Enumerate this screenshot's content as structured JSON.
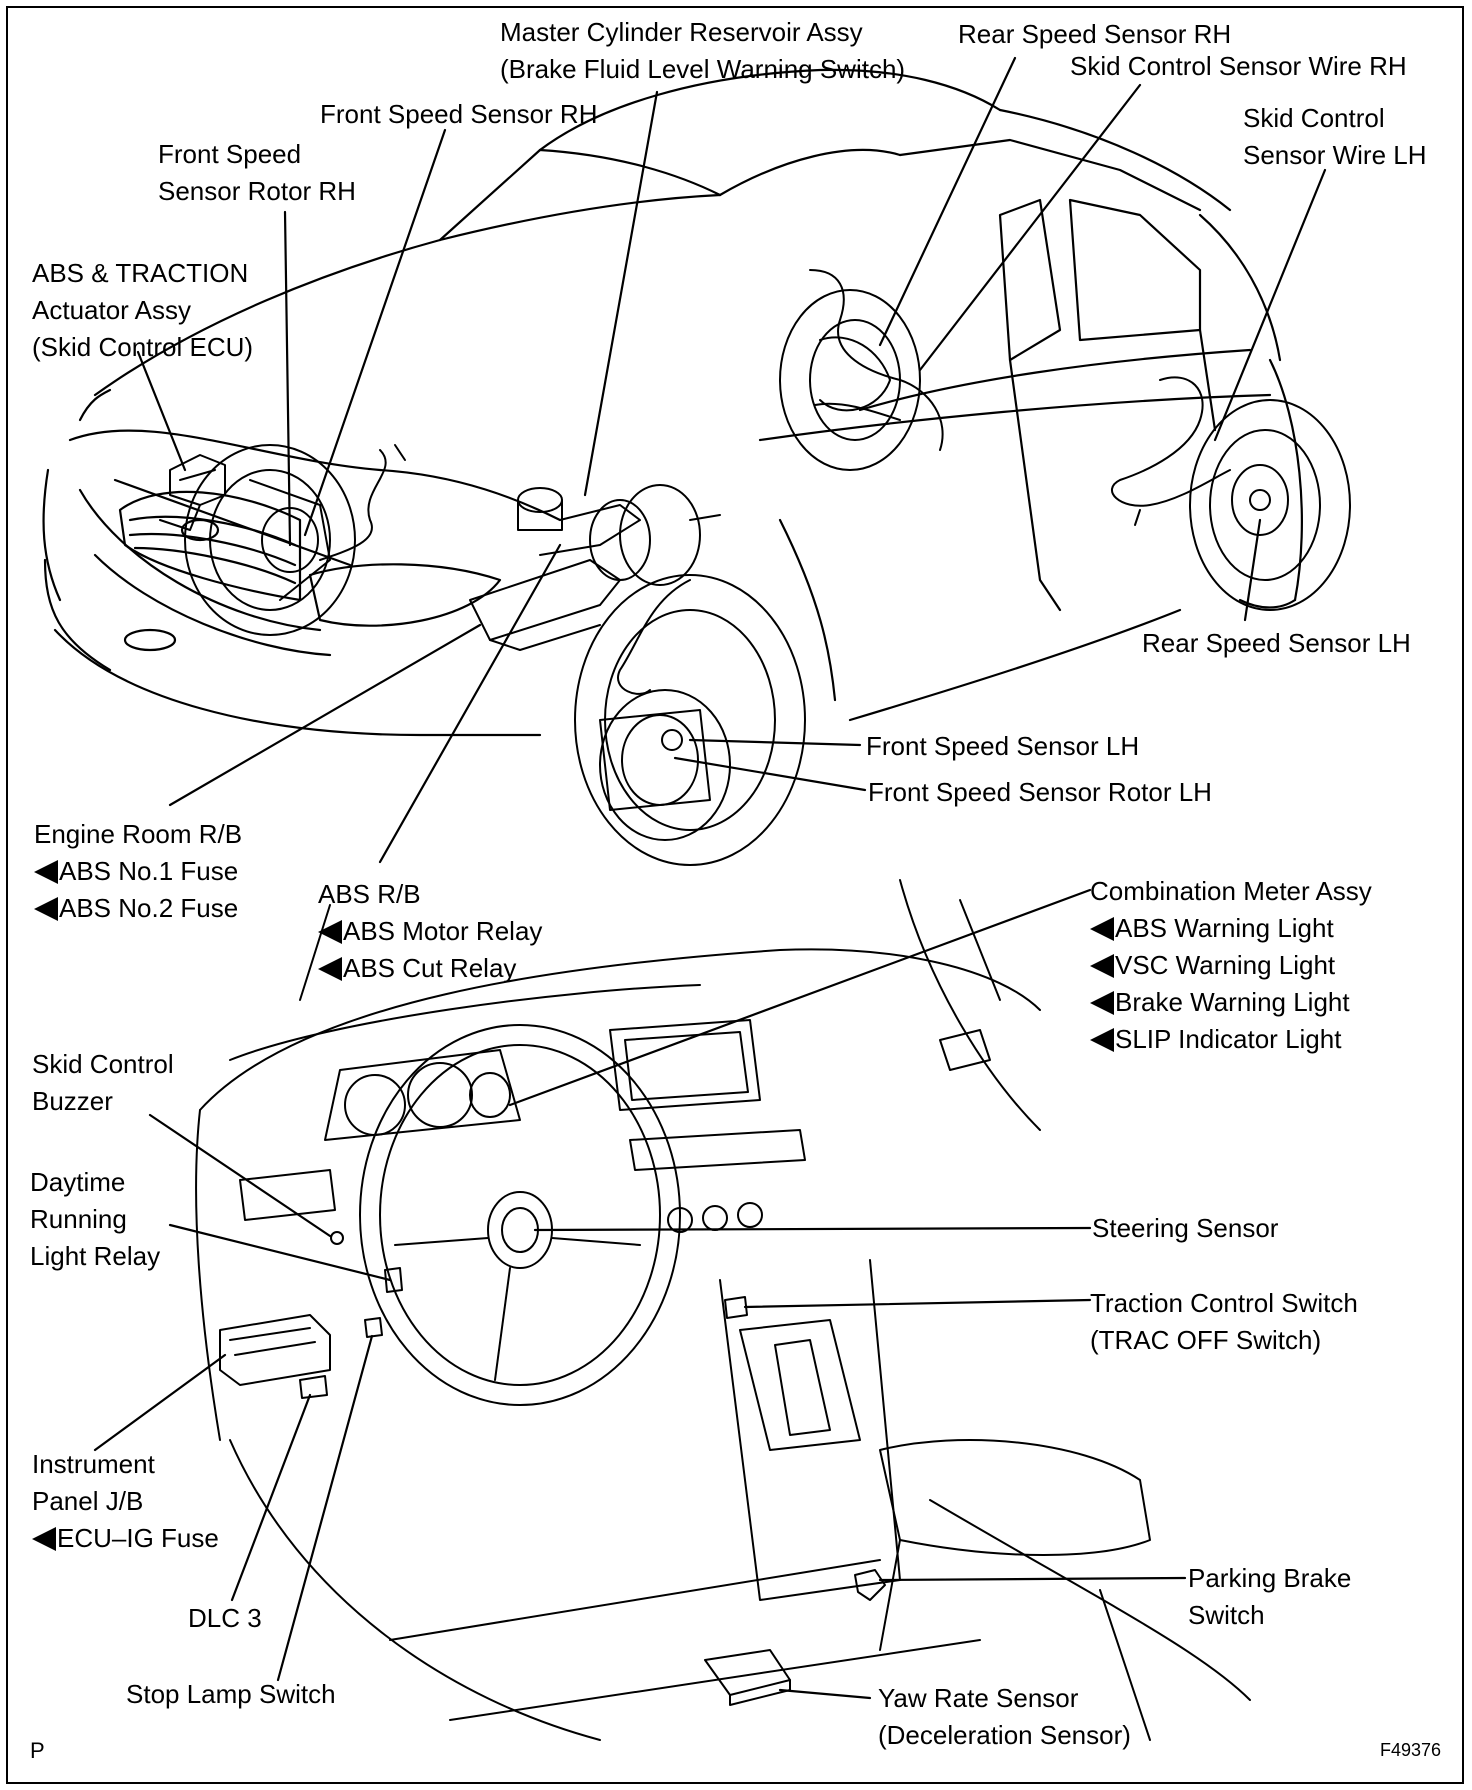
{
  "labels": {
    "master_cylinder": [
      "Master Cylinder Reservoir Assy",
      "(Brake Fluid Level Warning Switch)"
    ],
    "rear_speed_sensor_rh": "Rear Speed Sensor RH",
    "skid_wire_rh": "Skid Control Sensor Wire RH",
    "front_speed_sensor_rh": "Front Speed Sensor RH",
    "front_rotor_rh": [
      "Front Speed",
      "Sensor Rotor RH"
    ],
    "skid_wire_lh": [
      "Skid Control",
      "Sensor Wire LH"
    ],
    "abs_actuator": [
      "ABS & TRACTION",
      "Actuator Assy",
      "(Skid Control ECU)"
    ],
    "rear_speed_sensor_lh": "Rear Speed Sensor LH",
    "front_speed_sensor_lh": "Front Speed Sensor LH",
    "front_rotor_lh": "Front Speed Sensor Rotor LH",
    "engine_room_rb": [
      "Engine Room R/B",
      "ABS No.1 Fuse",
      "ABS No.2 Fuse"
    ],
    "abs_rb": [
      "ABS R/B",
      "ABS Motor Relay",
      "ABS Cut Relay"
    ],
    "combination_meter": [
      "Combination Meter Assy",
      "ABS Warning Light",
      "VSC Warning Light",
      "Brake Warning Light",
      "SLIP Indicator Light"
    ],
    "skid_buzzer": [
      "Skid Control",
      "Buzzer"
    ],
    "drl_relay": [
      "Daytime",
      "Running",
      "Light Relay"
    ],
    "steering_sensor": "Steering Sensor",
    "trac_switch": [
      "Traction Control Switch",
      "(TRAC OFF Switch)"
    ],
    "instrument_jb": [
      "Instrument",
      "Panel J/B",
      "ECU–IG Fuse"
    ],
    "dlc3": "DLC 3",
    "stop_lamp": "Stop Lamp Switch",
    "parking_brake": [
      "Parking Brake",
      "Switch"
    ],
    "yaw_rate": [
      "Yaw Rate Sensor",
      "(Deceleration Sensor)"
    ]
  },
  "corner": {
    "left": "P",
    "right": "F49376"
  }
}
